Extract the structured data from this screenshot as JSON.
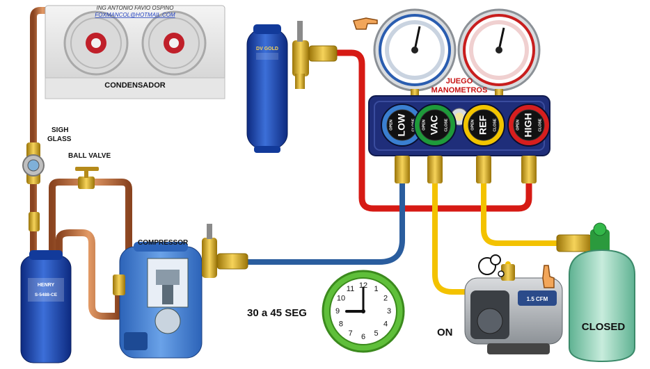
{
  "credits": {
    "author": "ING ANTONIO FAVIO OSPINO",
    "email": "FOXMANCOL@HOTMAIL.COM"
  },
  "labels": {
    "condenser": "CONDENSADOR",
    "sight_glass_line1": "SIGH",
    "sight_glass_line2": "GLASS",
    "ball_valve": "BALL VALVE",
    "compressor": "COMPRESSOR",
    "gauges_line1": "JUEGO",
    "gauges_line2": "MANOMETROS",
    "timer": "30 a 45 SEG",
    "pump_state": "ON",
    "tank_state": "CLOSED"
  },
  "drier_brand": "DV GOLD",
  "accumulator_brand": "HENRY",
  "accumulator_model": "S-5488-CE",
  "manifold": {
    "knobs": [
      {
        "top": "LOW",
        "left": "OPEN",
        "right": "CLOSE",
        "color": "#3a7fd0"
      },
      {
        "top": "VAC",
        "left": "OPEN",
        "right": "CLOSE",
        "color": "#1e9a3a"
      },
      {
        "top": "REF",
        "left": "OPEN",
        "right": "CLOSE",
        "color": "#f2c400"
      },
      {
        "top": "HIGH",
        "left": "OPEN",
        "right": "CLOSE",
        "color": "#d61e1e"
      }
    ]
  },
  "clock": {
    "numbers": [
      "12",
      "1",
      "2",
      "3",
      "4",
      "5",
      "6",
      "7",
      "8",
      "9",
      "10",
      "11"
    ],
    "hour": 9,
    "minute": 0
  },
  "pump_label": "1.5 CFM",
  "colors": {
    "red_hose": "#d61a14",
    "blue_hose": "#2a5d9e",
    "yellow_hose": "#f3c200",
    "copper": "#c8703c",
    "manifold_body": "#1f2e7a",
    "clock_ring": "#5fbf3a",
    "tank": "#8fd4b6"
  },
  "icons": [
    "hand-pointer-icon",
    "thought-bubble-icon"
  ]
}
